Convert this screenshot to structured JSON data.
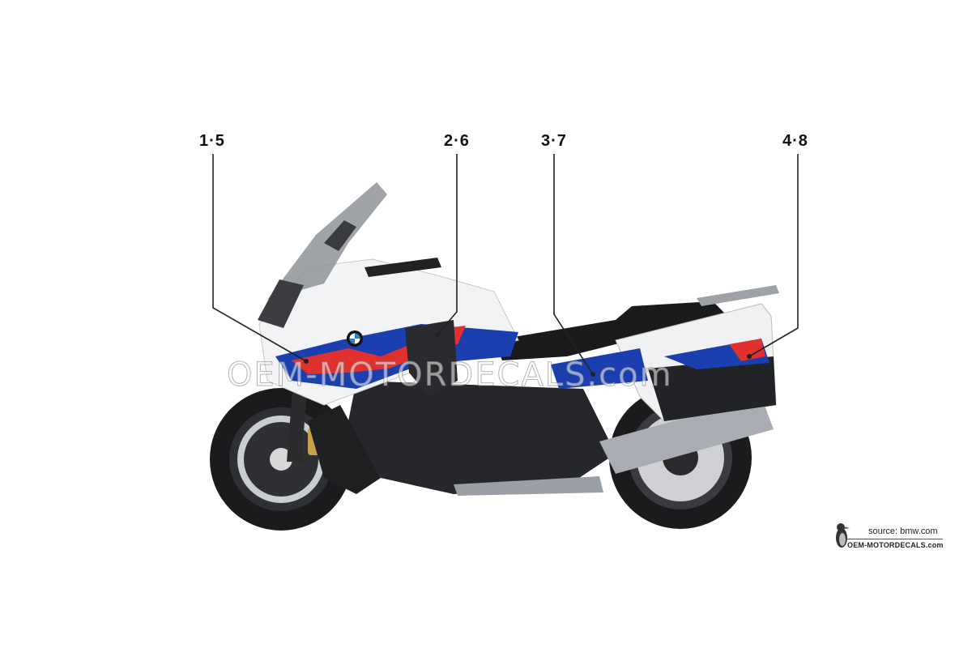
{
  "callouts": [
    {
      "label": "1·5"
    },
    {
      "label": "2·6"
    },
    {
      "label": "3·7"
    },
    {
      "label": "4·8"
    }
  ],
  "watermark": "OEM-MOTORDECALS.com",
  "source": "source: bmw.com",
  "brand": "OEM-MOTORDECALS.com",
  "colors": {
    "blue": "#1c3fb0",
    "red": "#e0312e",
    "white": "#f2f3f5",
    "dark": "#1d1d1f",
    "silver": "#b9bcc2",
    "line": "#222222"
  },
  "icons": {
    "brand_mark": "penguin-mascot-icon",
    "roundel": "bmw-roundel-logo"
  }
}
